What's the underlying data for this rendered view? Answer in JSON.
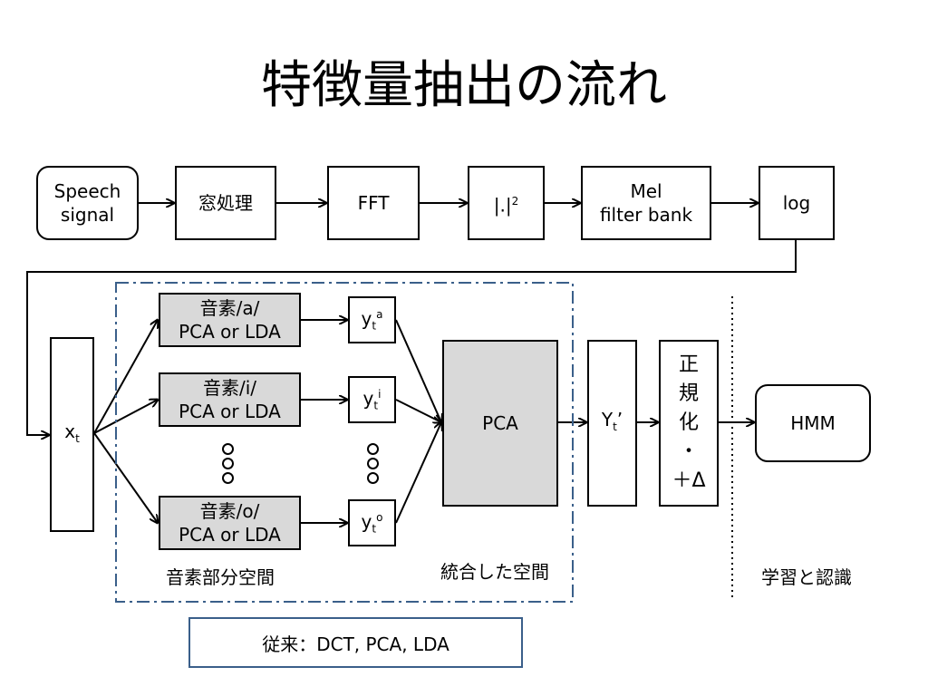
{
  "title": "特徴量抽出の流れ",
  "pipeline": {
    "speech": "Speech\nsignal",
    "window": "窓処理",
    "fft": "FFT",
    "abs_base": "|.|",
    "abs_exp": "2",
    "mel": "Mel\nfilter bank",
    "log": "log"
  },
  "input": {
    "base": "x",
    "sub": "t"
  },
  "phonemes": [
    {
      "line1": "音素/a/",
      "line2": "PCA or LDA",
      "out_base": "y",
      "out_sub": "t",
      "out_sup": "a"
    },
    {
      "line1": "音素/i/",
      "line2": "PCA or LDA",
      "out_base": "y",
      "out_sub": "t",
      "out_sup": "i"
    },
    {
      "line1": "音素/o/",
      "line2": "PCA or LDA",
      "out_base": "y",
      "out_sub": "t",
      "out_sup": "o"
    }
  ],
  "pca": "PCA",
  "output": {
    "base": "Y",
    "sub": "t",
    "prime": "’"
  },
  "normalize": [
    "正",
    "規",
    "化",
    "・",
    "＋Δ"
  ],
  "hmm": "HMM",
  "labels": {
    "phoneme_subspace": "音素部分空間",
    "integrated_space": "統合した空間",
    "learning_recognition": "学習と認識"
  },
  "footer": "従来：DCT, PCA, LDA",
  "colors": {
    "dash_border": "#3a5f8a",
    "gray_fill": "#d9d9d9"
  }
}
